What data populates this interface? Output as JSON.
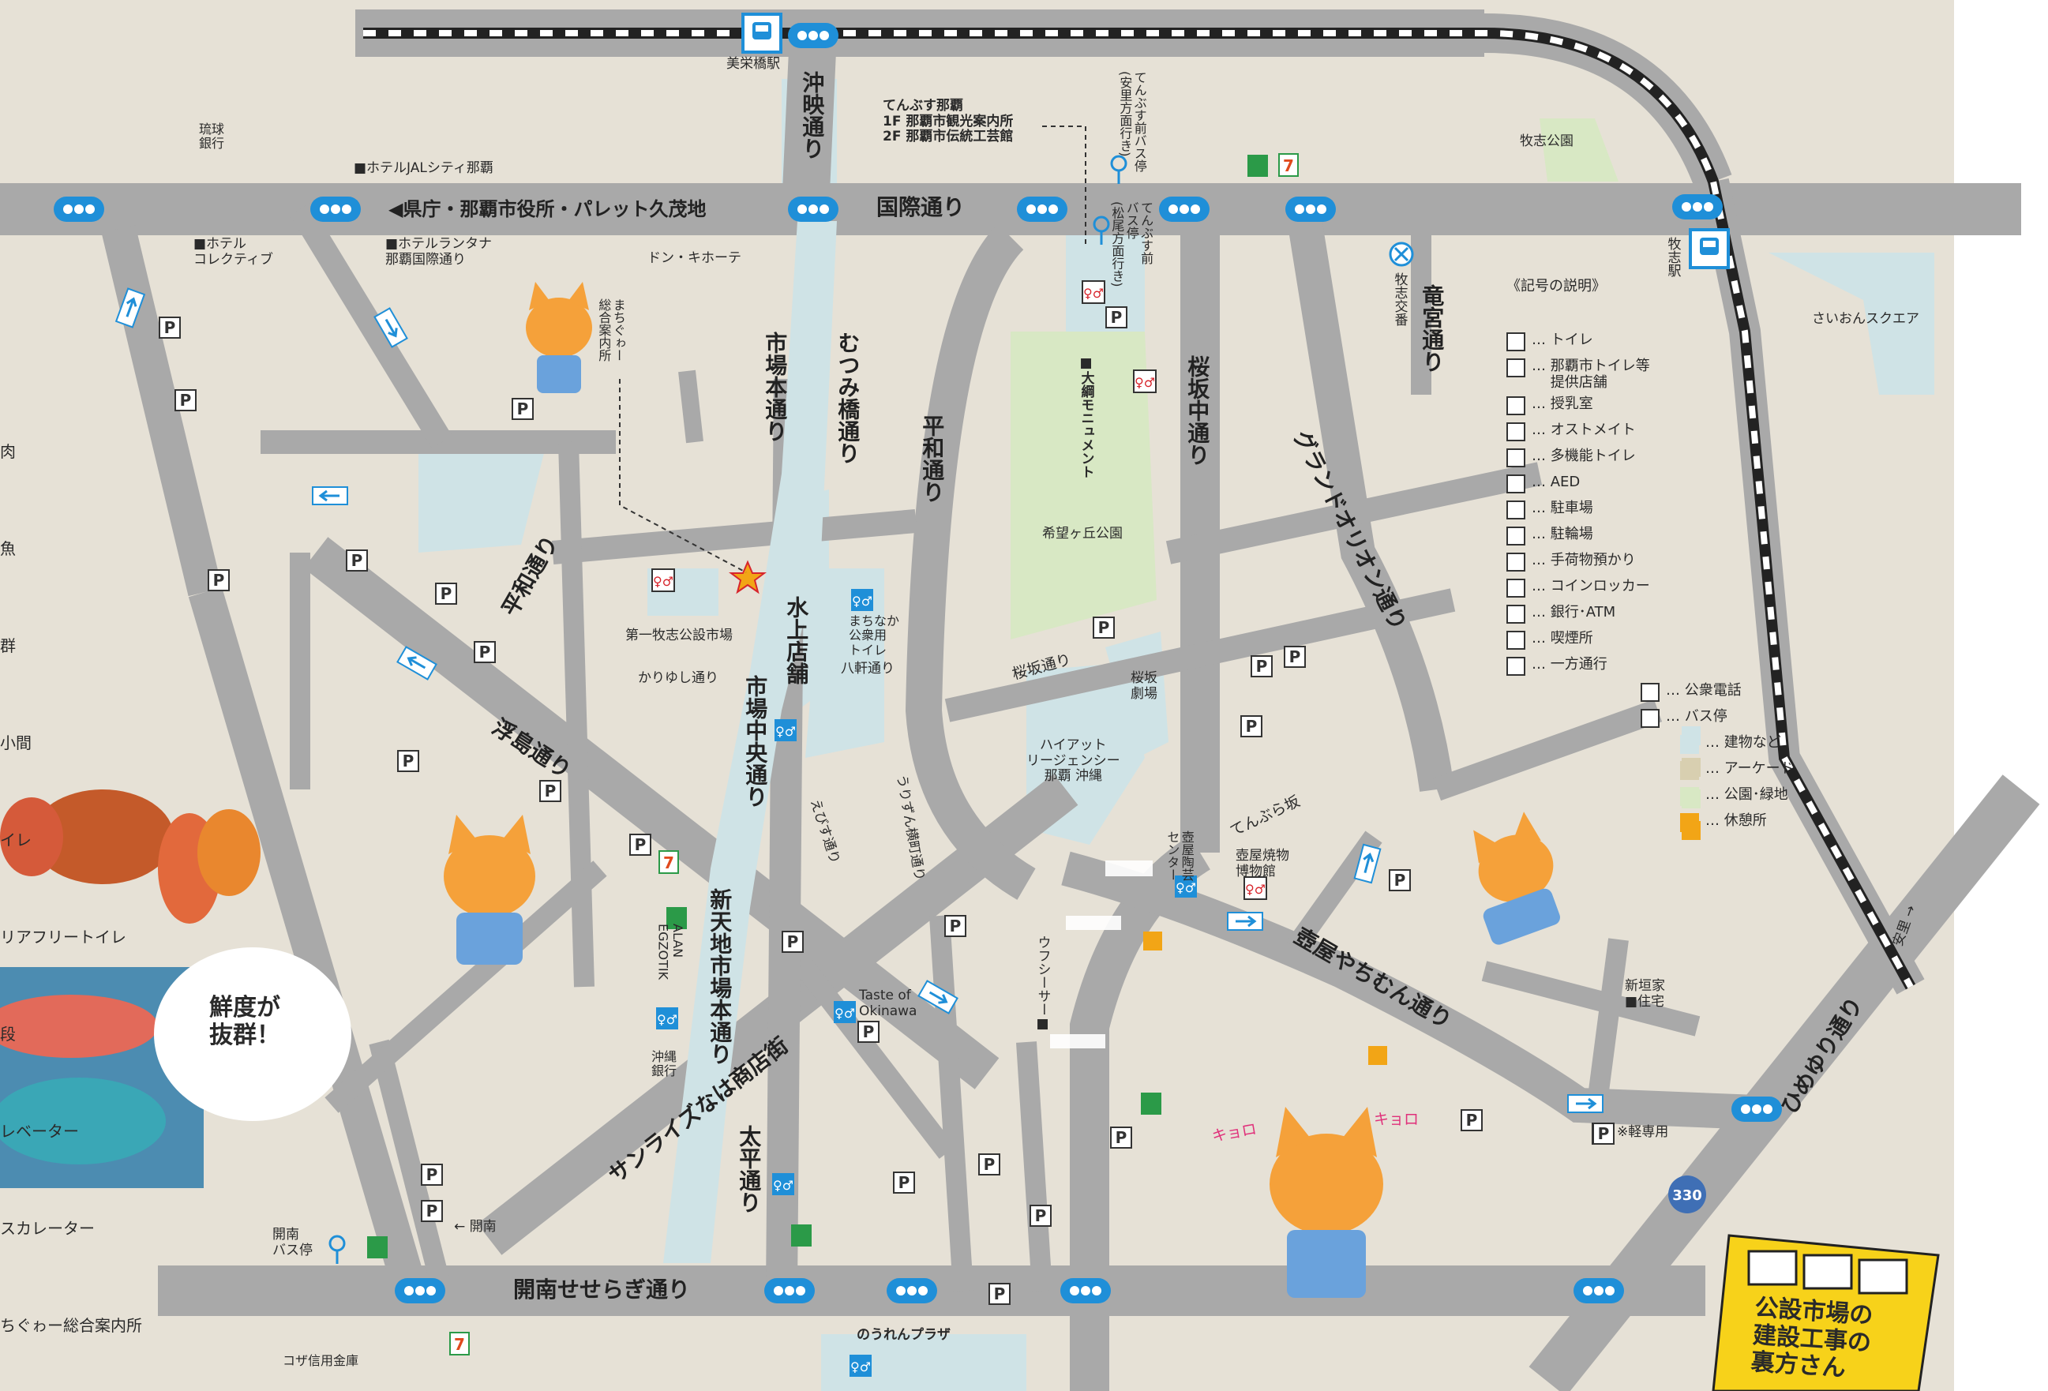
{
  "colors": {
    "paper": "#e6e1d6",
    "road": "#a9a9a9",
    "road_edge": "#9b9b9b",
    "building": "#cfe3e6",
    "park": "#d8e8c4",
    "rest_area": "#f2a516",
    "icon_blue": "#1f8fd8",
    "toilet_red": "#d7252c",
    "rail_black": "#222222",
    "text": "#2a2a2a",
    "cat_orange": "#f5a13a",
    "cat_shirt": "#6aa2dc",
    "sign_yellow": "#f7d21a"
  },
  "roads": {
    "kokusai": "国際通り",
    "okiei": "沖映通り",
    "ichiba_hon": "市場本通り",
    "mutsumibashi": "むつみ橋通り",
    "heiwa": "平和通り",
    "heiwa_left": "平和通り",
    "sakurazaka_naka": "桜坂中通り",
    "grand_orion": "グランドオリオン通り",
    "ryugu": "竜宮通り",
    "ukishima": "浮島通り",
    "mizukami": "水上店舗",
    "ichiba_chuo": "市場中央通り",
    "shintenchi": "新天地市場本通り",
    "sunrise": "サンライズなは商店街",
    "taihei": "太平通り",
    "kainan": "開南せせらぎ通り",
    "tsuboya": "壺屋やちむん通り",
    "himeyuri": "ひめゆり通り",
    "sakurazaka": "桜坂通り",
    "tenbura": "てんぶら坂",
    "kariyushi": "かりゆし通り",
    "hachiken": "八軒通り",
    "ebisu": "えびす通り",
    "urizun": "うりずん横町通り",
    "kenchou_arrow": "◀県庁・那覇市役所・パレット久茂地",
    "kainan_arrow": "← 開南",
    "asato_arrow": "安里 →",
    "route_330": "330"
  },
  "labels": {
    "miebashi_station": "美栄橋駅",
    "makishi_station": "牧志駅",
    "ryukyu_bank": "琉球\n銀行",
    "hotel_jal": "■ホテルJALシティ那覇",
    "hotel_collective": "■ホテル\nコレクティブ",
    "hotel_lantana": "■ホテルランタナ\n那覇国際通り",
    "don_quijote": "ドン・キホーテ",
    "machiguwa_info": "まちぐゎー\n総合案内所",
    "tenbusu": "てんぶす那覇\n1F 那覇市観光案内所\n2F 那覇市伝統工芸館",
    "tenbusu_bus": "てんぶす前バス停\n(安里方面行き)",
    "tenbusu_bus2": "てんぶす前\nバス停\n(松尾方面行き)",
    "makishi_park": "牧志公園",
    "makishi_koban": "牧志交番",
    "saion_square": "さいおんスクエア",
    "monument": "■大綱モニュメント",
    "kibougaoka": "希望ヶ丘公園",
    "daiichi_market": "第一牧志公設市場",
    "public_toilet": "まちなか\n公衆用\nトイレ",
    "sakurazaka_theater": "桜坂\n劇場",
    "hyatt": "ハイアット\nリージェンシー\n那覇 沖縄",
    "tsuboya_center": "壺屋陶芸\nセンター",
    "tsuboya_museum": "壺屋焼物\n博物館",
    "shingaki": "新垣家\n■住宅",
    "kei_only": "※軽専用",
    "ufushisa": "ウフシーサー■",
    "taste_of_okinawa": "Taste of\nOkinawa",
    "alan": "ALAN\nEGZOTIK",
    "okinawa_bank": "沖縄\n銀行",
    "kainan_bus": "開南\nバス停",
    "koza_bank": "コザ信用金庫",
    "noren_plaza": "のうれんプラザ",
    "speech_bubble": "鮮度が\n抜群！",
    "kyoro1": "キョロ",
    "kyoro2": "キョロ",
    "construction_sign": "公設市場の\n建設工事の\n裏方さん",
    "left_edge": [
      "肉",
      "魚",
      "群",
      "小間",
      "イレ",
      "リアフリートイレ",
      "段",
      "レベーター",
      "スカレーター",
      "ちぐゎー総合案内所"
    ]
  },
  "legend": {
    "title": "《記号の説明》",
    "items": [
      {
        "icon": "toilet-icon",
        "label": "… トイレ"
      },
      {
        "icon": "partner-toilet-icon",
        "label": "… 那覇市トイレ等\n　 提供店舗"
      },
      {
        "icon": "nursing-room-icon",
        "label": "… 授乳室"
      },
      {
        "icon": "ostomate-icon",
        "label": "… オストメイト"
      },
      {
        "icon": "multipurpose-toilet-icon",
        "label": "… 多機能トイレ"
      },
      {
        "icon": "aed-icon",
        "label": "… AED"
      },
      {
        "icon": "parking-icon",
        "label": "… 駐車場"
      },
      {
        "icon": "bicycle-parking-icon",
        "label": "… 駐輪場"
      },
      {
        "icon": "luggage-icon",
        "label": "… 手荷物預かり"
      },
      {
        "icon": "coin-locker-icon",
        "label": "… コインロッカー"
      },
      {
        "icon": "atm-icon",
        "label": "… 銀行･ATM"
      },
      {
        "icon": "smoking-icon",
        "label": "… 喫煙所"
      },
      {
        "icon": "one-way-icon",
        "label": "… 一方通行"
      },
      {
        "icon": "public-phone-icon",
        "label": "… 公衆電話"
      },
      {
        "icon": "bus-stop-icon",
        "label": "… バス停"
      },
      {
        "icon": "building-swatch",
        "label": "… 建物など"
      },
      {
        "icon": "arcade-swatch",
        "label": "… アーケード"
      },
      {
        "icon": "park-swatch",
        "label": "… 公園･緑地"
      },
      {
        "icon": "rest-area-swatch",
        "label": "… 休憩所"
      }
    ]
  }
}
